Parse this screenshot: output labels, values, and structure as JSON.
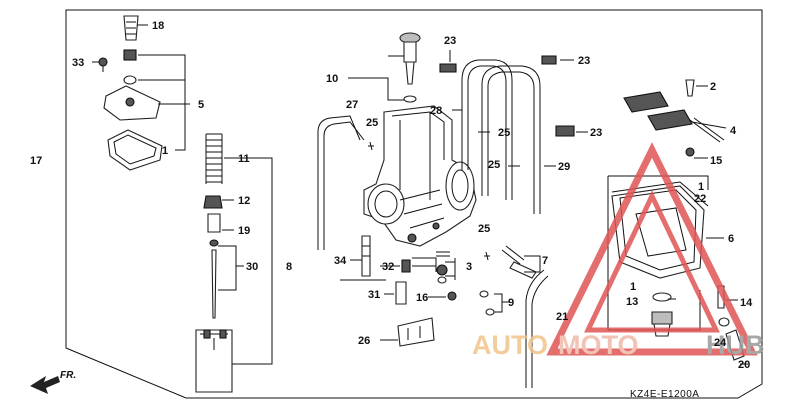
{
  "diagram": {
    "code": "KZ4E-E1200A",
    "direction_label": "FR.",
    "part_numbers": {
      "p1a": "1",
      "p1b": "1",
      "p1c": "1",
      "p2": "2",
      "p3": "3",
      "p4": "4",
      "p5": "5",
      "p6": "6",
      "p7": "7",
      "p8": "8",
      "p9": "9",
      "p10": "10",
      "p11": "11",
      "p12": "12",
      "p13": "13",
      "p14": "14",
      "p15": "15",
      "p16": "16",
      "p17": "17",
      "p18": "18",
      "p19": "19",
      "p20": "20",
      "p21": "21",
      "p22": "22",
      "p23a": "23",
      "p23b": "23",
      "p23c": "23",
      "p24": "24",
      "p25a": "25",
      "p25b": "25",
      "p25c": "25",
      "p25d": "25",
      "p26": "26",
      "p27": "27",
      "p28": "28",
      "p29": "29",
      "p30": "30",
      "p31": "31",
      "p32": "32",
      "p33": "33",
      "p34": "34"
    }
  },
  "watermark": {
    "text_auto": "AUTO",
    "text_moto": "MOTO",
    "text_hub": "HUB",
    "colors": {
      "auto": "#f2c48a",
      "moto": "#f0b8a8",
      "hub": "#9a9a9a",
      "triangle": "#e05555"
    }
  }
}
